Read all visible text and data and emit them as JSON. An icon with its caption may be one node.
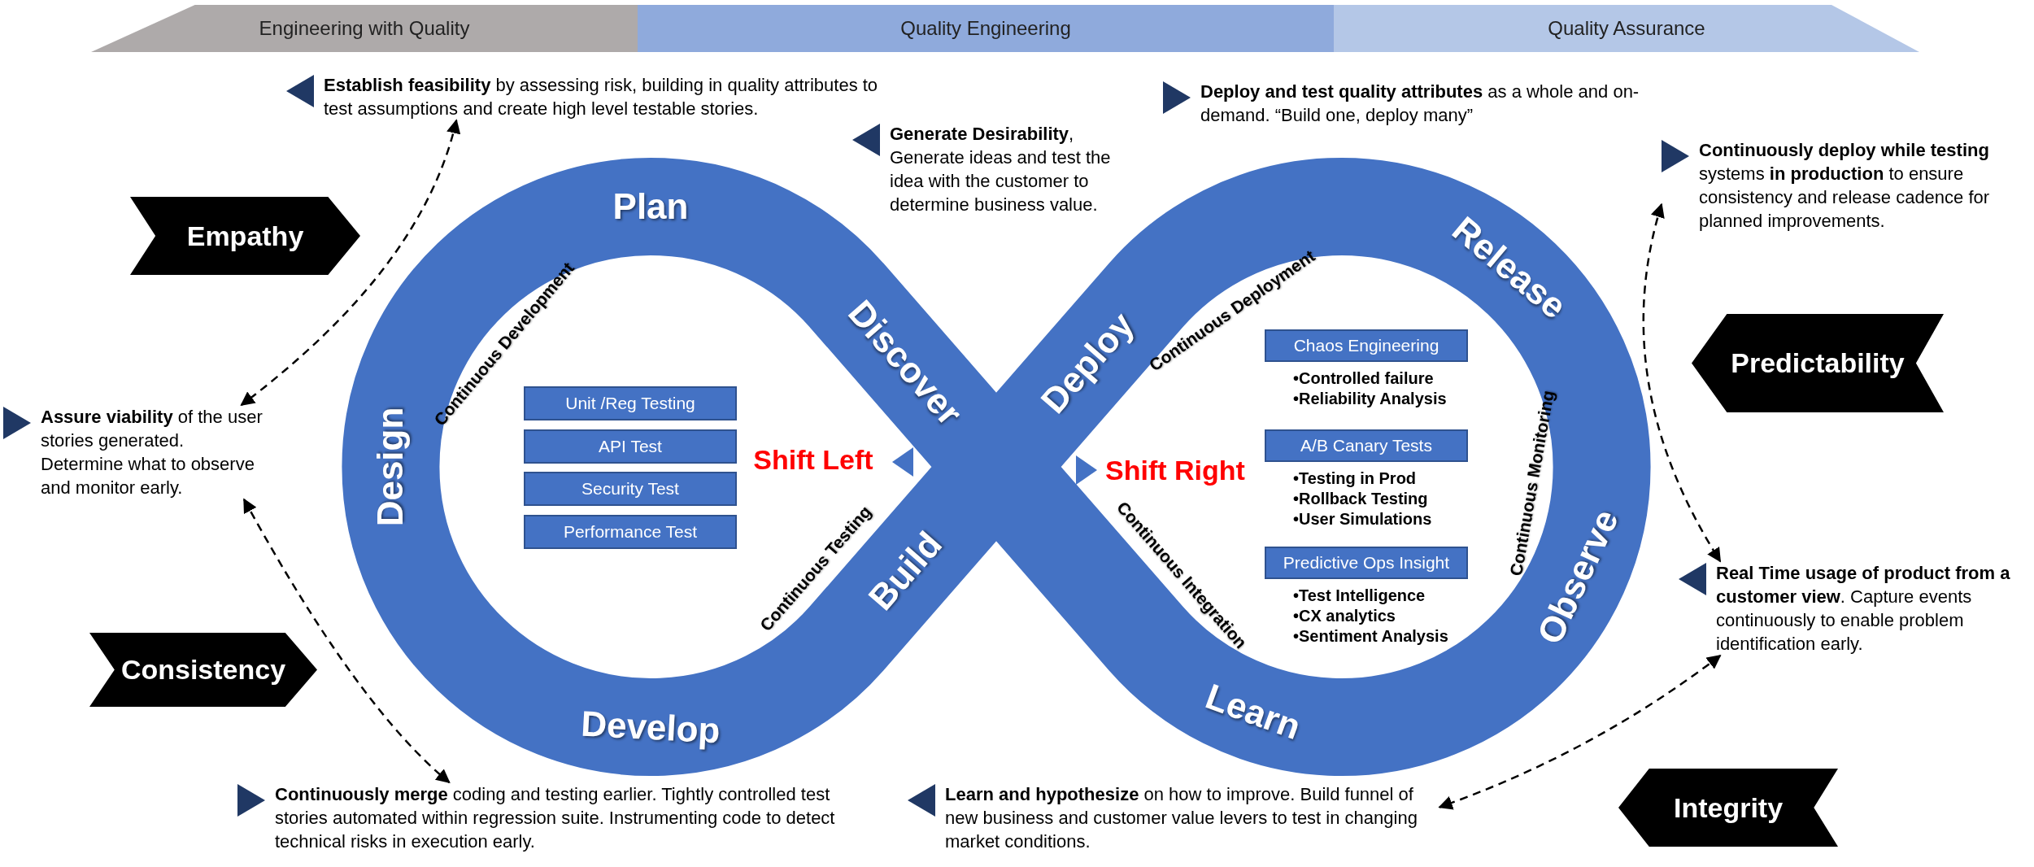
{
  "diagram": {
    "nodes": [
      {
        "text": [
          "Engineering with Quality"
        ]
      },
      {
        "text": [
          "Quality Engineering"
        ]
      },
      {
        "text": [
          "Quality Assurance"
        ]
      },
      {
        "text": [
          "**Establish feasibility** by assessing risk, building in quality attributes to test assumptions and create high level testable stories."
        ]
      },
      {
        "text": [
          "**Deploy and test quality attributes** as a whole and on-demand. “Build one, deploy many”"
        ]
      },
      {
        "text": [
          "**Generate Desirability**, Generate ideas and test the idea with the customer to determine business value."
        ]
      },
      {
        "text": [
          "**Continuously deploy while testing** systems **in production** to ensure consistency and release cadence for planned improvements."
        ]
      },
      {
        "text": [
          "Empathy"
        ]
      },
      {
        "text": [
          "Predictability"
        ]
      },
      {
        "text": [
          "**Assure viability** of the user stories generated. Determine what to observe and monitor early."
        ]
      },
      {
        "text": [
          "Unit /Reg Testing"
        ]
      },
      {
        "text": [
          "API Test"
        ]
      },
      {
        "text": [
          "Security Test"
        ]
      },
      {
        "text": [
          "Performance Test"
        ]
      },
      {
        "text": [
          "Chaos Engineering"
        ],
        "beside": [
          "•Controlled failure",
          "•Reliability Analysis"
        ]
      },
      {
        "text": [
          "A/B Canary Tests"
        ],
        "beside": [
          "•Testing in Prod",
          "•Rollback Testing",
          "•User Simulations"
        ]
      },
      {
        "text": [
          "Predictive Ops Insight"
        ],
        "beside": [
          "•Test Intelligence",
          "•CX analytics",
          "•Sentiment Analysis"
        ]
      },
      {
        "text": [
          "**Real Time usage of product from a customer view**. Capture events continuously to enable problem identification early."
        ]
      },
      {
        "text": [
          "Consistency"
        ]
      },
      {
        "text": [
          "Integrity"
        ]
      },
      {
        "text": [
          "**Continuously merge** coding and testing earlier. Tightly controlled test stories automated within regression suite. Instrumenting code to detect technical risks in execution early."
        ]
      },
      {
        "text": [
          "**Learn and hypothesize** on how to improve. Build funnel of new business and customer value levers to test in changing market conditions."
        ]
      }
    ],
    "edges": [
      {
        "from": 3,
        "to": 9,
        "arrow": "both",
        "style": "dashed"
      },
      {
        "from": 9,
        "to": 20,
        "arrow": "both",
        "style": "dashed"
      },
      {
        "from": 6,
        "to": 17,
        "arrow": "both",
        "style": "dashed"
      },
      {
        "from": 17,
        "to": 21,
        "arrow": "both",
        "style": "dashed"
      }
    ],
    "labels": [
      "Plan",
      "Continuous Development",
      "Discover",
      "Deploy",
      "Continuous Deployment",
      "Release",
      "Design",
      "Shift Left",
      "Shift Right",
      "Continuous Monitoring",
      "Continuous Testing",
      "Build",
      "Continuous Integration",
      "Observe",
      "Develop",
      "Learn"
    ]
  }
}
